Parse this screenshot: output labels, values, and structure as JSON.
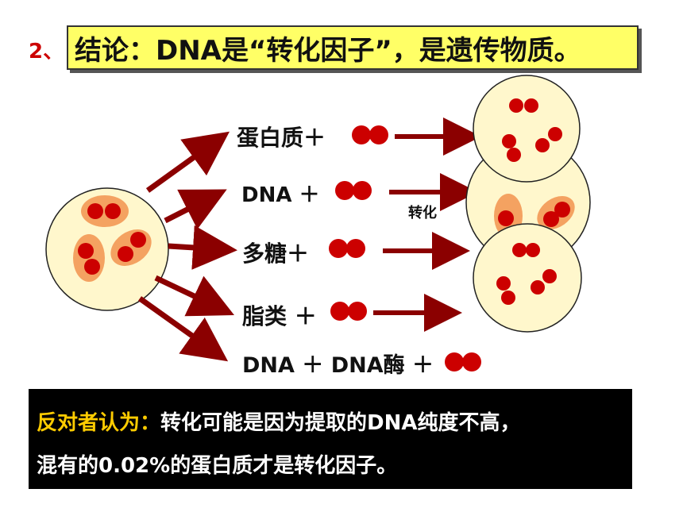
{
  "number": "2、",
  "title": "结论：DNA是“转化因子”，是遗传物质。",
  "rows": [
    {
      "label": "蛋白质＋"
    },
    {
      "label": "DNA  ＋"
    },
    {
      "label": "多糖＋"
    },
    {
      "label": "脂类 ＋"
    },
    {
      "label": "DNA  ＋ DNA酶 ＋"
    }
  ],
  "transform_label": "转化",
  "bottom": {
    "line1_prefix": "反对者认为：",
    "line1_rest": "转化可能是因为提取的DNA纯度不高，",
    "line2": "混有的0.02%的蛋白质才是转化因子。"
  },
  "colors": {
    "arrow": "#8b0000",
    "cell_fill": "#fff7cc",
    "capsule": "#f4a261",
    "dot": "#cc0000",
    "title_bg": "#ffff66",
    "bottom_bg": "#000000",
    "bottom_prefix": "#ffcc00"
  }
}
